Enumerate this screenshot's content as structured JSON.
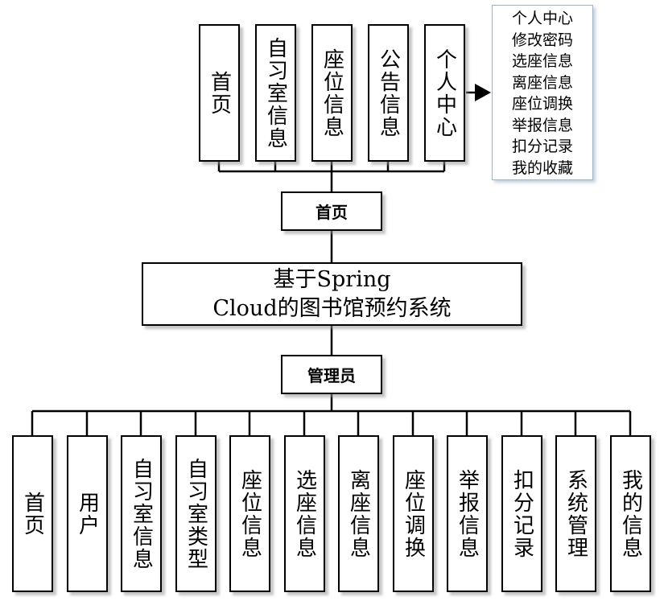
{
  "user_section": {
    "root": "首页",
    "modules": [
      "首页",
      "自习室信息",
      "座位信息",
      "公告信息",
      "个人中心"
    ],
    "personal_center_items": [
      "个人中心",
      "修改密码",
      "选座信息",
      "离座信息",
      "座位调换",
      "举报信息",
      "扣分记录",
      "我的收藏"
    ]
  },
  "system": {
    "title_line1": "基于Spring",
    "title_line2": "Cloud的图书馆预约系统"
  },
  "admin_section": {
    "root": "管理员",
    "modules": [
      "首页",
      "用户",
      "自习室信息",
      "自习室类型",
      "座位信息",
      "选座信息",
      "离座信息",
      "座位调换",
      "举报信息",
      "扣分记录",
      "系统管理",
      "我的信息"
    ]
  }
}
